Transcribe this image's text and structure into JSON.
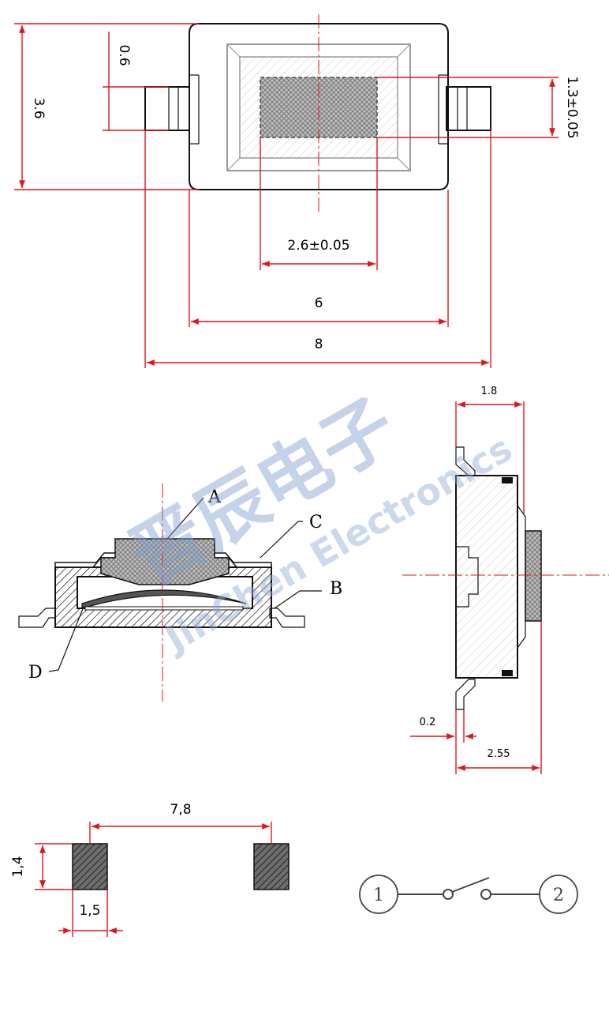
{
  "top_view": {
    "dim_height": "3.6",
    "dim_tab_height": "0.6",
    "dim_actuator_height": "1.3±0.05",
    "dim_actuator_width": "2.6±0.05",
    "dim_body_width": "6",
    "dim_overall_width": "8"
  },
  "section_view": {
    "label_a": "A",
    "label_b": "B",
    "label_c": "C",
    "label_d": "D"
  },
  "side_view": {
    "dim_top": "1.8",
    "dim_lead": "0.2",
    "dim_total_height": "2.55"
  },
  "pad_layout": {
    "dim_pitch": "7,8",
    "dim_pad_height": "1,4",
    "dim_pad_width": "1,5"
  },
  "schematic": {
    "terminal_1": "1",
    "terminal_2": "2"
  },
  "watermark": {
    "chinese": "晋辰电子",
    "english": "JinChen Electronics"
  },
  "colors": {
    "dimension": "#e0141c",
    "outline": "#111111",
    "watermark": "#7f9fcf"
  }
}
